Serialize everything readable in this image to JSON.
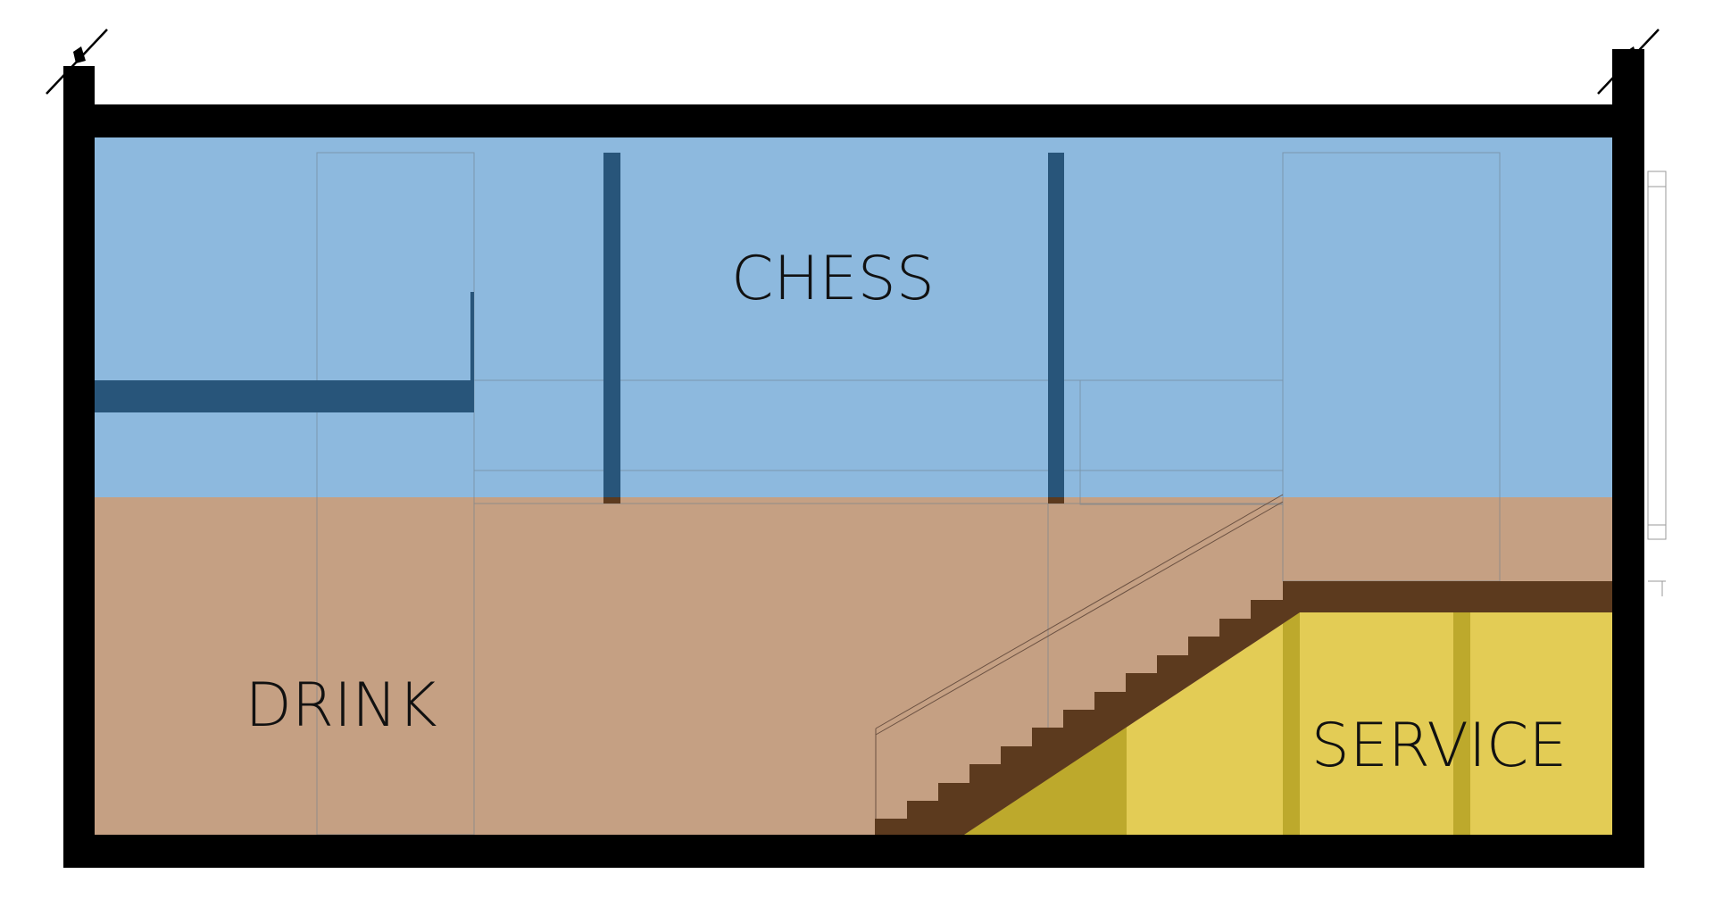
{
  "labels": {
    "upper_zone": "CHESS",
    "lower_zone": "DRINK",
    "under_stair_zone": "SERVICE"
  },
  "colors": {
    "chess_zone": "#8db9de",
    "drink_zone": "#c5a083",
    "service_zone": "#e3cc55",
    "service_posts": "#bda92c",
    "mezzanine_structure": "#28557a",
    "stair_and_slab": "#5c3a1e",
    "section_walls": "#000000"
  }
}
